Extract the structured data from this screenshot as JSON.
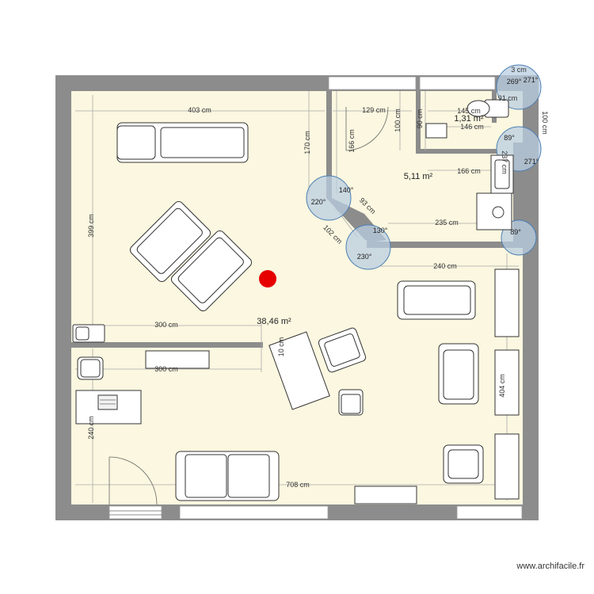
{
  "plan": {
    "rooms": {
      "main_area": "38,46 m²",
      "room_right": "5,11 m²",
      "wc_area": "1,31 m²"
    },
    "dimensions": {
      "d403": "403 cm",
      "d129": "129 cm",
      "d145": "145 cm",
      "d146": "146 cm",
      "d166h": "166 cm",
      "d235": "235 cm",
      "d240": "240 cm",
      "d300a": "300 cm",
      "d300b": "300 cm",
      "d708": "708 cm",
      "d399": "399 cm",
      "d170": "170 cm",
      "d166v": "166 cm",
      "d100a": "100 cm",
      "d100b": "100 cm",
      "d90": "90 cm",
      "d3": "3 cm",
      "d91": "91 cm",
      "d93": "93 cm",
      "d102": "102 cm",
      "d404": "404 cm",
      "d10": "10 cm",
      "d240v": "240 cm",
      "d237": "237 cm"
    },
    "angles": {
      "a220": "220°",
      "a140": "140°",
      "a130": "130°",
      "a230": "230°",
      "a269": "269°",
      "a271a": "271°",
      "a89a": "89°",
      "a271b": "271°",
      "a89b": "89°"
    },
    "watermark": "www.archifacile.fr"
  },
  "colors": {
    "wall": "#8c8c8c",
    "floor": "#fbf7e0",
    "marker": "#e60000",
    "angle_fill": "#b9cde0",
    "angle_stroke": "#4b7fb3"
  }
}
